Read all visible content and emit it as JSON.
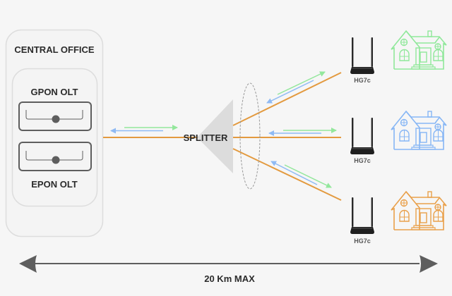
{
  "central_office": {
    "title": "CENTRAL OFFICE",
    "gpon_label": "GPON OLT",
    "epon_label": "EPON OLT"
  },
  "splitter": {
    "label": "SPLITTER"
  },
  "onus": [
    {
      "label": "HG7c",
      "house_color": "#8fe89a"
    },
    {
      "label": "HG7c",
      "house_color": "#86b6f5"
    },
    {
      "label": "HG7c",
      "house_color": "#e9a04a"
    }
  ],
  "distance": {
    "label": "20 Km MAX"
  },
  "colors": {
    "fiber": "#e39a3f",
    "downstream": "#93e79c",
    "upstream": "#8fbaf4",
    "splitter": "#dcdcdc",
    "box_border": "#dcdcdc",
    "dark": "#5e5e5e"
  }
}
